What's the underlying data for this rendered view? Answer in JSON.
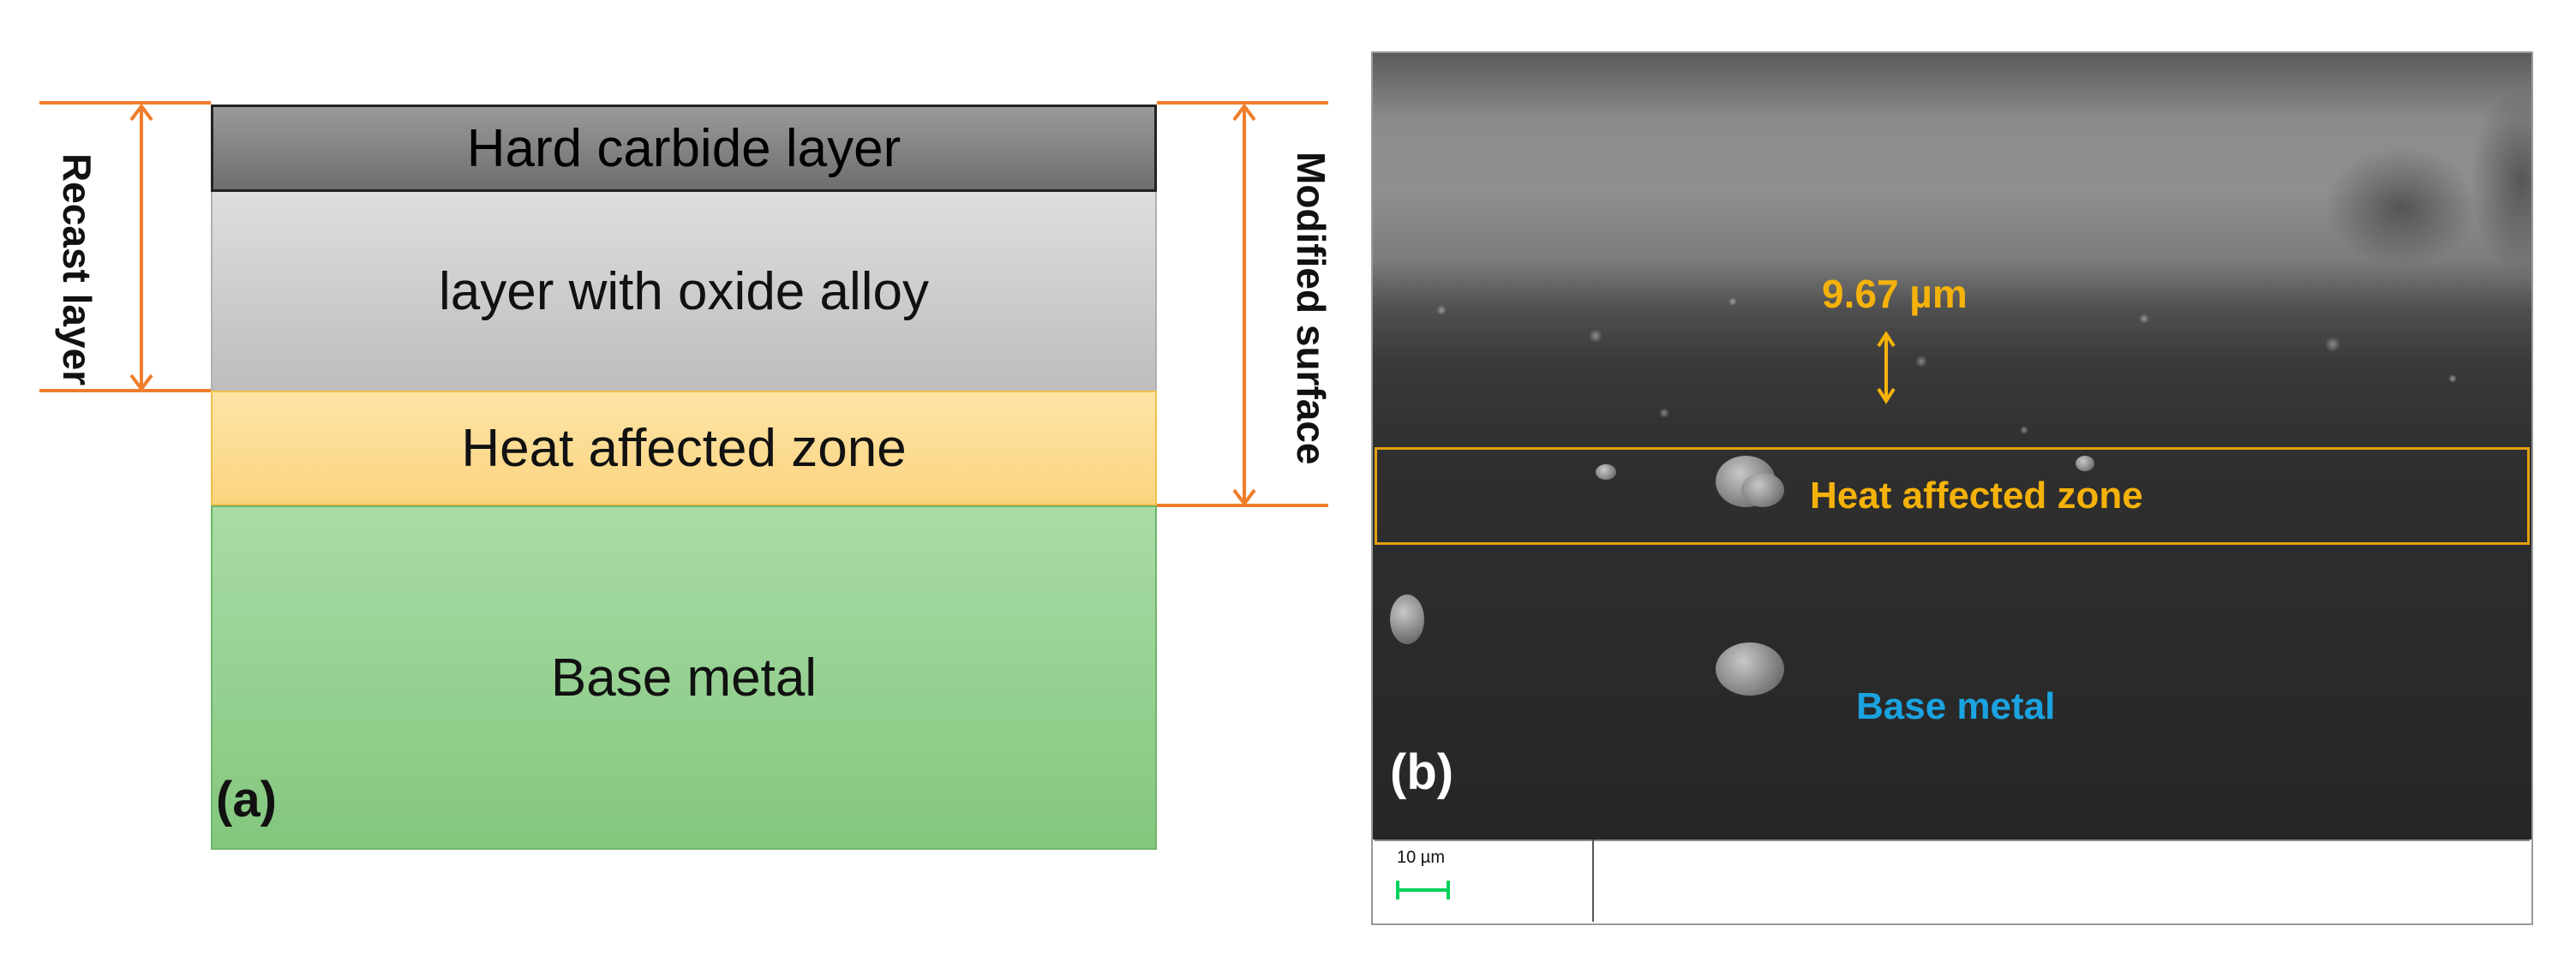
{
  "panel_a": {
    "layers": {
      "hard_carbide": "Hard carbide layer",
      "oxide_alloy": "layer with oxide alloy",
      "heat_affected": "Heat affected zone",
      "base_metal": "Base metal"
    },
    "panel_label": "(a)",
    "recast_label": "Recast layer",
    "modified_label": "Modified surface"
  },
  "panel_b": {
    "panel_label": "(b)",
    "thickness": "9.67 µm",
    "heat_affected": "Heat affected zone",
    "base_metal": "Base metal",
    "scale_bar": "10 µm"
  },
  "colors": {
    "annotation_orange": "#f07e2c",
    "sem_label_yellow": "#f5b20a",
    "sem_label_blue": "#1aa3e0",
    "scale_green": "#00d25a"
  }
}
